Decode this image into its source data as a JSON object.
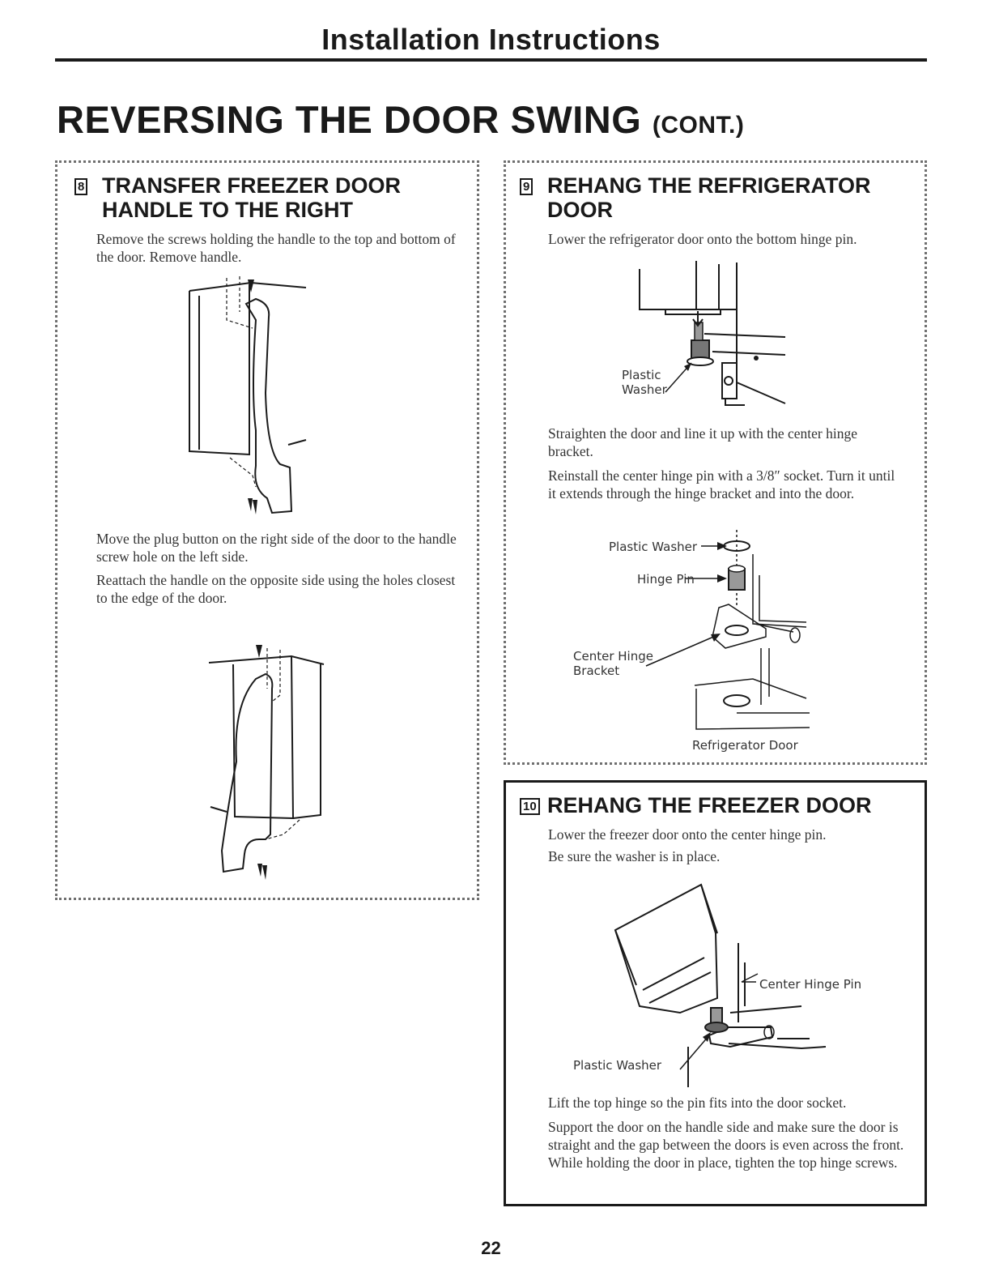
{
  "header": {
    "title": "Installation Instructions"
  },
  "page": {
    "heading": "REVERSING THE DOOR SWING",
    "heading_suffix": "(CONT.)",
    "number": "22"
  },
  "step8": {
    "number": "8",
    "title_line1": "TRANSFER FREEZER DOOR",
    "title_line2": "HANDLE TO THE RIGHT",
    "p1": "Remove the screws holding the handle to the top and bottom of the door. Remove handle.",
    "p2": "Move the plug button on the right side of the door to the handle screw hole on the left side.",
    "p3": "Reattach the handle on the opposite side using the holes closest to the edge of the door."
  },
  "step9": {
    "number": "9",
    "title_line1": "REHANG THE REFRIGERATOR",
    "title_line2": "DOOR",
    "p1": "Lower the refrigerator door onto the bottom hinge pin.",
    "fig1_label_line1": "Plastic",
    "fig1_label_line2": "Washer",
    "p2": "Straighten the door and line it up with the center hinge bracket.",
    "p3": "Reinstall the center hinge pin with a 3/8″ socket. Turn it until it extends through the hinge bracket and into the door.",
    "fig2_plastic_washer": "Plastic Washer",
    "fig2_hinge_pin": "Hinge Pin",
    "fig2_center_hinge_line1": "Center Hinge",
    "fig2_center_hinge_line2": "Bracket",
    "fig2_refrigerator_door": "Refrigerator Door"
  },
  "step10": {
    "number": "10",
    "title": "REHANG THE FREEZER DOOR",
    "p1": "Lower the freezer door onto the center hinge pin.",
    "p2": "Be sure the washer is in place.",
    "fig_center_hinge_pin": "Center Hinge Pin",
    "fig_plastic_washer": "Plastic Washer",
    "p3": "Lift the top hinge so the pin fits into the door socket.",
    "p4": "Support the door on the handle side and make sure the door is straight and the gap between the doors is even across the front. While holding the door in place, tighten the top hinge screws."
  }
}
